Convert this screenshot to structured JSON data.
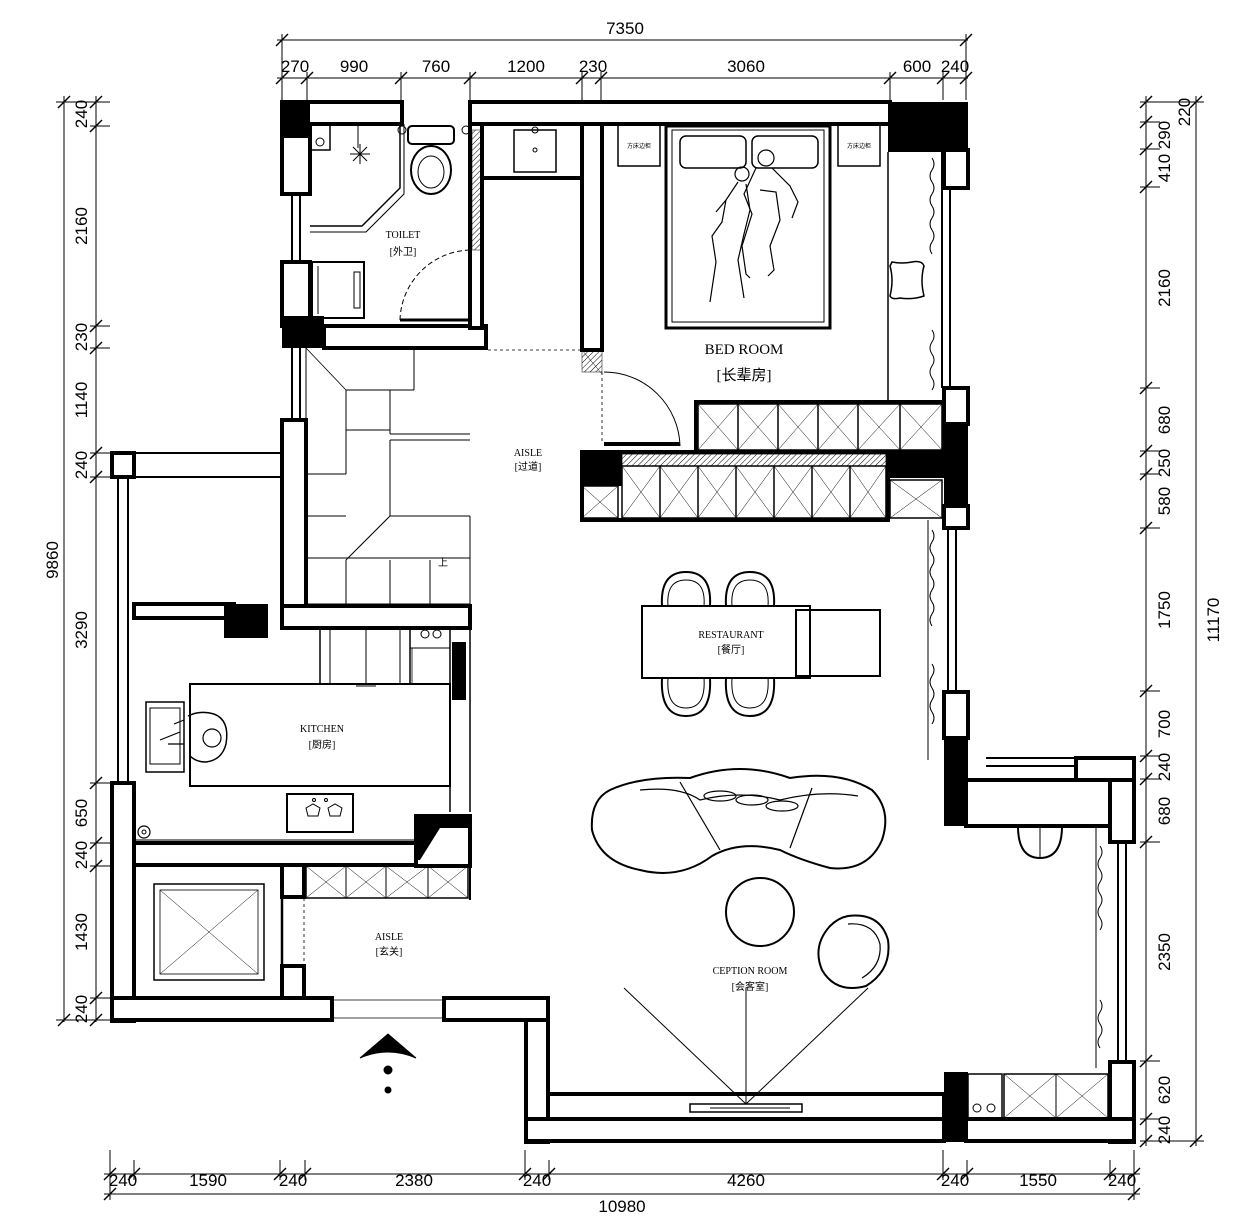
{
  "dimensions": {
    "top_total": "7350",
    "top": [
      "270",
      "990",
      "760",
      "1200",
      "230",
      "3060",
      "600",
      "240"
    ],
    "bottom_total": "10980",
    "bottom": [
      "240",
      "1590",
      "240",
      "2380",
      "240",
      "4260",
      "240",
      "1550",
      "240"
    ],
    "left_total": "9860",
    "left": [
      "240",
      "2160",
      "230",
      "1140",
      "240",
      "3290",
      "650",
      "240",
      "1430",
      "240"
    ],
    "right_total": "11170",
    "right": [
      "220",
      "290",
      "410",
      "2160",
      "680",
      "250",
      "580",
      "1750",
      "700",
      "240",
      "680",
      "2350",
      "620",
      "240"
    ]
  },
  "rooms": {
    "toilet": {
      "en": "TOILET",
      "zh": "[外卫]"
    },
    "bedroom": {
      "en": "BED ROOM",
      "zh": "[长辈房]"
    },
    "aisle_upper": {
      "en": "AISLE",
      "zh": "[过道]"
    },
    "restaurant": {
      "en": "RESTAURANT",
      "zh": "[餐厅]"
    },
    "kitchen": {
      "en": "KITCHEN",
      "zh": "[厨房]"
    },
    "aisle_entry": {
      "en": "AISLE",
      "zh": "[玄关]"
    },
    "reception": {
      "en": "CEPTION ROOM",
      "zh": "[会客室]"
    }
  },
  "labels": {
    "stair_up": "上",
    "nightstand_left": "方床边柜",
    "nightstand_right": "方床边柜"
  }
}
